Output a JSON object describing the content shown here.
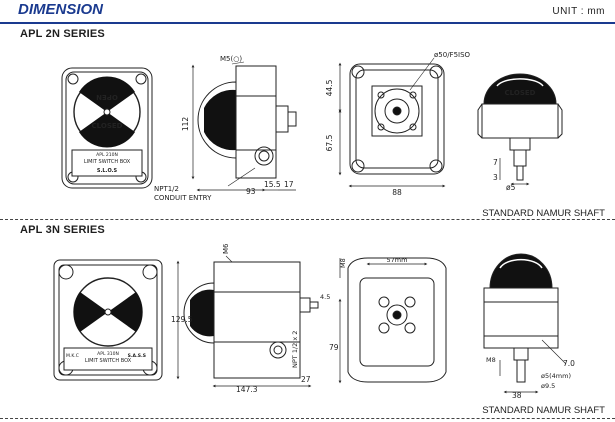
{
  "header": {
    "title": "DIMENSION",
    "unit": "UNIT : mm"
  },
  "sections": [
    {
      "name": "APL 2N SERIES",
      "footer": "STANDARD NAMUR SHAFT",
      "front": {
        "label_top": "OPEN",
        "label_bottom": "CLOSED",
        "plate_lines": [
          "APL 210N",
          "LIMIT SWITCH BOX"
        ],
        "brand": "S.L.O.S"
      },
      "side": {
        "thread": "M5(○)",
        "height": "112",
        "conduit": [
          "NPT1/2",
          "CONDUIT ENTRY"
        ],
        "dims": [
          "93",
          "15.5",
          "17"
        ]
      },
      "bottom": {
        "mount": "ø50/F5ISO",
        "dims": [
          "44.5",
          "67.5",
          "88"
        ]
      },
      "shaft": {
        "indicator": "CLOSED",
        "dims": [
          "7",
          "3",
          "ø5"
        ]
      }
    },
    {
      "name": "APL 3N SERIES",
      "footer": "STANDARD NAMUR SHAFT",
      "front": {
        "plate_lines": [
          "APL 310N",
          "LIMIT SWITCH BOX"
        ],
        "brand": "S.A.S.S",
        "tag": "M.K.C"
      },
      "side": {
        "thread": "M6",
        "height": "129.5",
        "conduit": [
          "NPT 1/2 x 2"
        ],
        "dims": [
          "27",
          "147.3",
          "4.5"
        ]
      },
      "bottom": {
        "dims": [
          "57mm",
          "M8",
          "79"
        ]
      },
      "shaft": {
        "dims": [
          "M8",
          "7.0",
          "ø5(4mm)",
          "ø9.5",
          "38"
        ]
      }
    }
  ]
}
